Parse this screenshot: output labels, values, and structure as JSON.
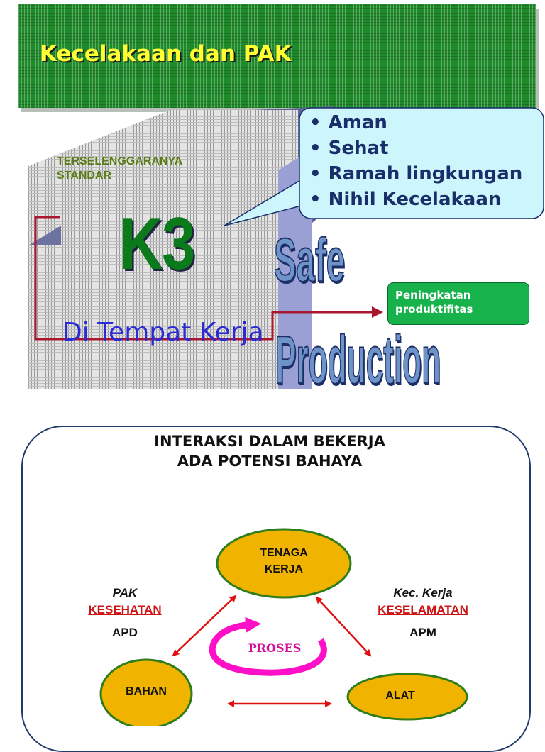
{
  "header": {
    "title": "Kecelakaan dan PAK"
  },
  "slide_top": {
    "standard_label": [
      "TERSELENGGARANYA",
      "STANDAR"
    ],
    "k3": "K3",
    "workplace": "Di Tempat Kerja",
    "bubble_items": [
      "Aman",
      "Sehat",
      "Ramah lingkungan",
      "Nihil Kecelakaan"
    ],
    "productivity_box": [
      "Peningkatan",
      "produktifitas"
    ],
    "safe": "Safe",
    "production": "Production"
  },
  "slide_bottom": {
    "title": [
      "INTERAKSI DALAM BEKERJA",
      "ADA POTENSI BAHAYA"
    ],
    "nodes": {
      "tenaga": [
        "TENAGA",
        "KERJA"
      ],
      "bahan": "BAHAN",
      "alat": "ALAT"
    },
    "center": "PROSES",
    "left": {
      "top": "PAK",
      "middle": "KESEHATAN",
      "bottom": "APD"
    },
    "right": {
      "top": "Kec. Kerja",
      "middle": "KESELAMATAN",
      "bottom": "APM"
    }
  },
  "colors": {
    "banner_green": "#1f8a2a",
    "title_yellow": "#ffff33",
    "k3_green": "#0b7a1a",
    "bubble_fill": "#ccf6fb",
    "node_fill": "#f0b400",
    "arrow_red": "#e01010",
    "proses_magenta": "#ff10c8"
  }
}
